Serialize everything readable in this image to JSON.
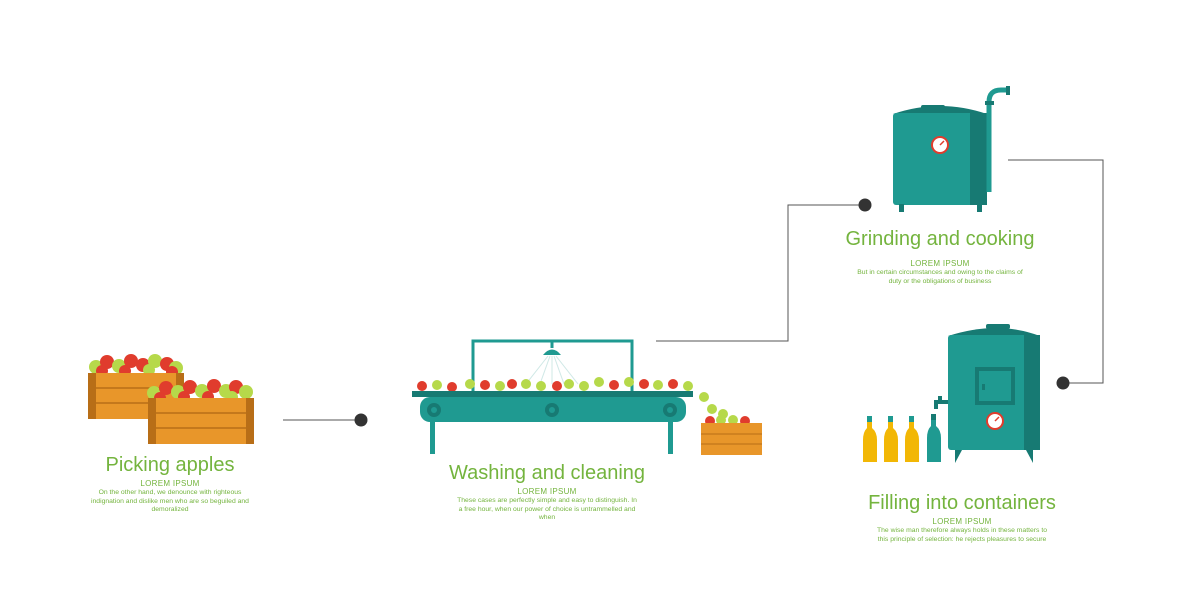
{
  "steps": [
    {
      "title": "Picking apples",
      "subtitle": "LOREM IPSUM",
      "text": "On the other hand, we denounce with righteous indignation and dislike men who are so beguiled and demoralized"
    },
    {
      "title": "Washing and cleaning",
      "subtitle": "LOREM IPSUM",
      "text": "These cases are perfectly simple and easy to distinguish. In a free hour, when our power of choice is untrammelled and when"
    },
    {
      "title": "Grinding and cooking",
      "subtitle": "LOREM IPSUM",
      "text": "But in certain circumstances and owing to the claims of duty or the obligations of business"
    },
    {
      "title": "Filling into containers",
      "subtitle": "LOREM IPSUM",
      "text": "The wise man therefore always holds in these matters to this principle of selection: he rejects pleasures to secure"
    }
  ],
  "colors": {
    "text": "#74b43e",
    "machine": "#1f9a91",
    "machine_dark": "#177a73",
    "crate": "#e8962a",
    "crate_dark": "#b86e17",
    "apple_red": "#e03c2d",
    "apple_green": "#b6d94a",
    "bottle_yellow": "#f2b705",
    "connector": "#333333"
  }
}
